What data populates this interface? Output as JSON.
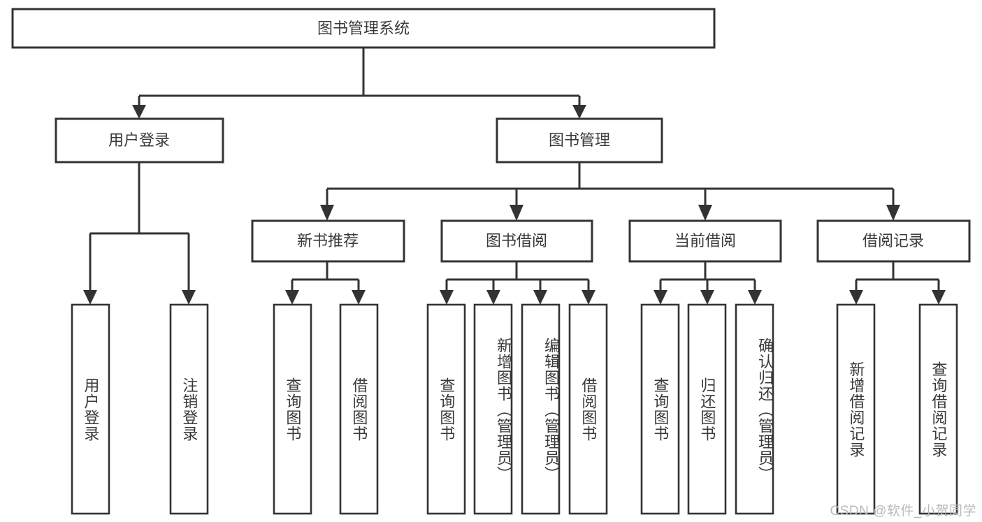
{
  "diagram": {
    "type": "tree-hierarchy-chart",
    "title": "图书管理系统",
    "orientation": "top-down",
    "colors": {
      "box_stroke": "#333333",
      "box_fill": "#ffffff",
      "connector": "#333333",
      "text": "#3a3a3a",
      "watermark": "#b9b9b9",
      "background": "#ffffff"
    },
    "root": {
      "label": "图书管理系统"
    },
    "level2": [
      {
        "label": "用户登录"
      },
      {
        "label": "图书管理"
      }
    ],
    "level3": [
      {
        "label": "新书推荐"
      },
      {
        "label": "图书借阅"
      },
      {
        "label": "当前借阅"
      },
      {
        "label": "借阅记录"
      }
    ],
    "leaves": {
      "user_login": [
        {
          "label": "用户登录"
        },
        {
          "label": "注销登录"
        }
      ],
      "new_book_recommend": [
        {
          "label": "查询图书"
        },
        {
          "label": "借阅图书"
        }
      ],
      "book_borrow": [
        {
          "label": "查询图书"
        },
        {
          "label": "新增图书（管理员）"
        },
        {
          "label": "编辑图书（管理员）"
        },
        {
          "label": "借阅图书"
        }
      ],
      "current_borrow": [
        {
          "label": "查询图书"
        },
        {
          "label": "归还图书"
        },
        {
          "label": "确认归还（管理员）"
        }
      ],
      "borrow_record": [
        {
          "label": "新增借阅记录"
        },
        {
          "label": "查询借阅记录"
        }
      ]
    }
  },
  "watermark": {
    "text": "CSDN @软件_小贺同学"
  }
}
